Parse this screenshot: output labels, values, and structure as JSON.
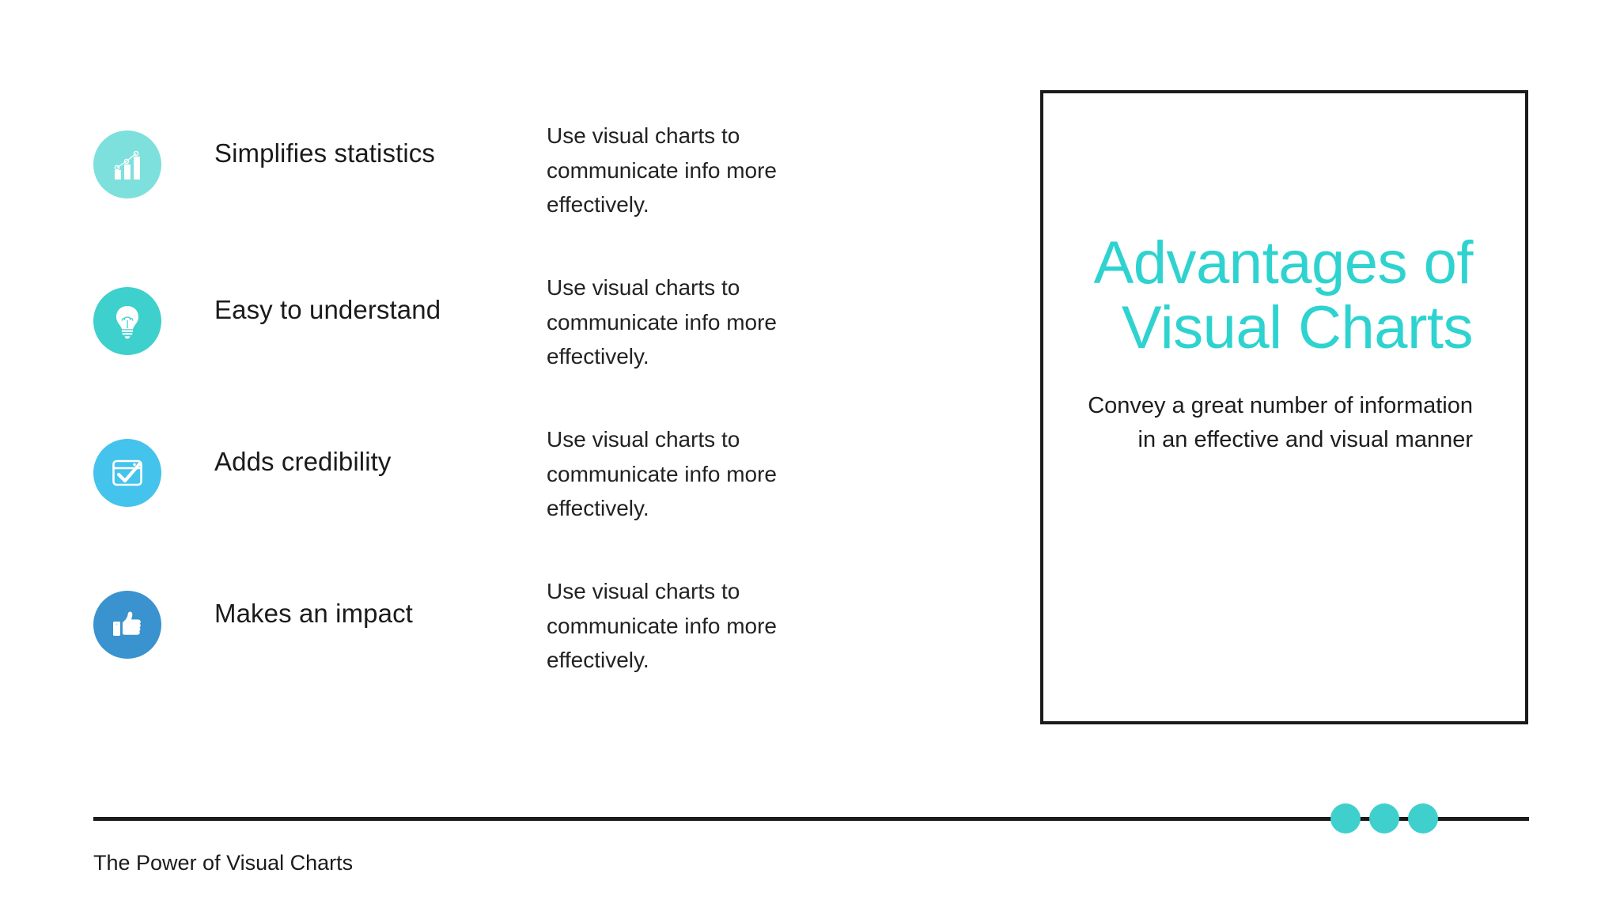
{
  "slide": {
    "background_color": "#ffffff"
  },
  "features": [
    {
      "icon": "bar-chart-growth-icon",
      "icon_bg": "#7de0dc",
      "title": "Simplifies statistics",
      "description": "Use visual charts to communicate info more effectively."
    },
    {
      "icon": "lightbulb-icon",
      "icon_bg": "#3ed0cc",
      "title": "Easy to understand",
      "description": "Use visual charts to communicate info more effectively."
    },
    {
      "icon": "browser-checkmark-icon",
      "icon_bg": "#44c3ec",
      "title": "Adds credibility",
      "description": "Use visual charts to communicate info more effectively."
    },
    {
      "icon": "thumbs-up-icon",
      "icon_bg": "#3a92cf",
      "title": "Makes an impact",
      "description": "Use visual charts to communicate info more effectively."
    }
  ],
  "panel": {
    "title": "Advantages of Visual Charts",
    "subtitle": "Convey a great number of information in an effective and visual manner",
    "title_color": "#2ed3d0",
    "border_color": "#1b1b1b"
  },
  "footer": {
    "label": "The Power of Visual Charts",
    "rule_color": "#1b1b1b",
    "dot_color": "#3fd0cd",
    "dot_count": 3
  }
}
